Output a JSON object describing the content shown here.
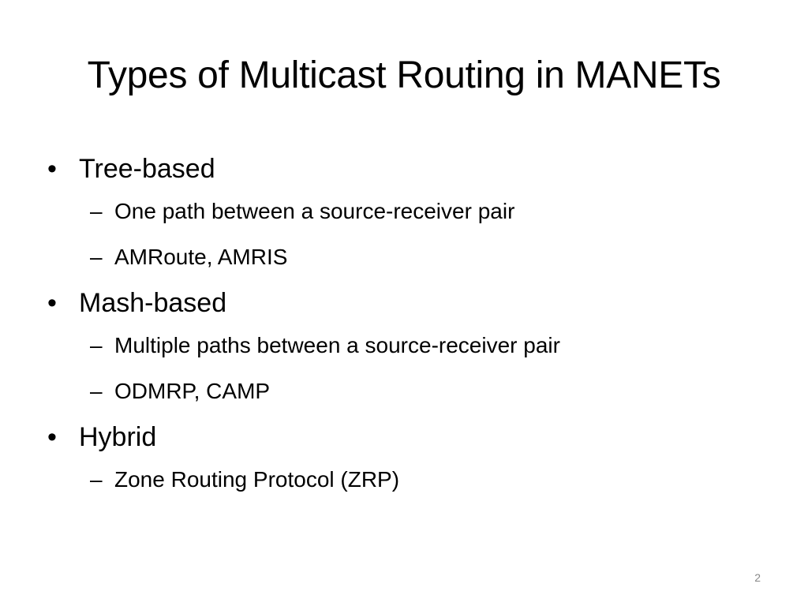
{
  "slide": {
    "title": "Types of Multicast Routing in MANETs",
    "bullets": [
      {
        "marker": "•",
        "text": "Tree-based",
        "subitems": [
          {
            "marker": "–",
            "text": "One path between a source-receiver pair"
          },
          {
            "marker": "–",
            "text": "AMRoute, AMRIS"
          }
        ]
      },
      {
        "marker": "•",
        "text": "Mash-based",
        "subitems": [
          {
            "marker": "–",
            "text": "Multiple paths between a source-receiver pair"
          },
          {
            "marker": "–",
            "text": "ODMRP, CAMP"
          }
        ]
      },
      {
        "marker": "•",
        "text": "Hybrid",
        "subitems": [
          {
            "marker": "–",
            "text": "Zone Routing Protocol (ZRP)"
          }
        ]
      }
    ],
    "page_number": "2"
  }
}
